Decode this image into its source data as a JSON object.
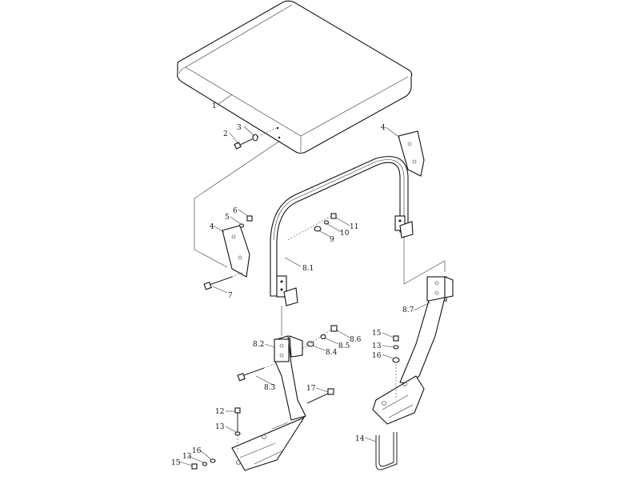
{
  "diagram": {
    "callouts": [
      {
        "id": "c1",
        "text": "1"
      },
      {
        "id": "c2",
        "text": "2"
      },
      {
        "id": "c3",
        "text": "3"
      },
      {
        "id": "c4a",
        "text": "4"
      },
      {
        "id": "c4b",
        "text": "4"
      },
      {
        "id": "c5",
        "text": "5"
      },
      {
        "id": "c6",
        "text": "6"
      },
      {
        "id": "c7",
        "text": "7"
      },
      {
        "id": "c81",
        "text": "8.1"
      },
      {
        "id": "c82",
        "text": "8.2"
      },
      {
        "id": "c83",
        "text": "8.3"
      },
      {
        "id": "c84",
        "text": "8.4"
      },
      {
        "id": "c85",
        "text": "8.5"
      },
      {
        "id": "c86",
        "text": "8.6"
      },
      {
        "id": "c87",
        "text": "8.7"
      },
      {
        "id": "c9",
        "text": "9"
      },
      {
        "id": "c10",
        "text": "10"
      },
      {
        "id": "c11",
        "text": "11"
      },
      {
        "id": "c12",
        "text": "12"
      },
      {
        "id": "c13a",
        "text": "13"
      },
      {
        "id": "c13b",
        "text": "13"
      },
      {
        "id": "c13c",
        "text": "13"
      },
      {
        "id": "c14",
        "text": "14"
      },
      {
        "id": "c15a",
        "text": "15"
      },
      {
        "id": "c15b",
        "text": "15"
      },
      {
        "id": "c16a",
        "text": "16"
      },
      {
        "id": "c16b",
        "text": "16"
      },
      {
        "id": "c17",
        "text": "17"
      }
    ]
  }
}
